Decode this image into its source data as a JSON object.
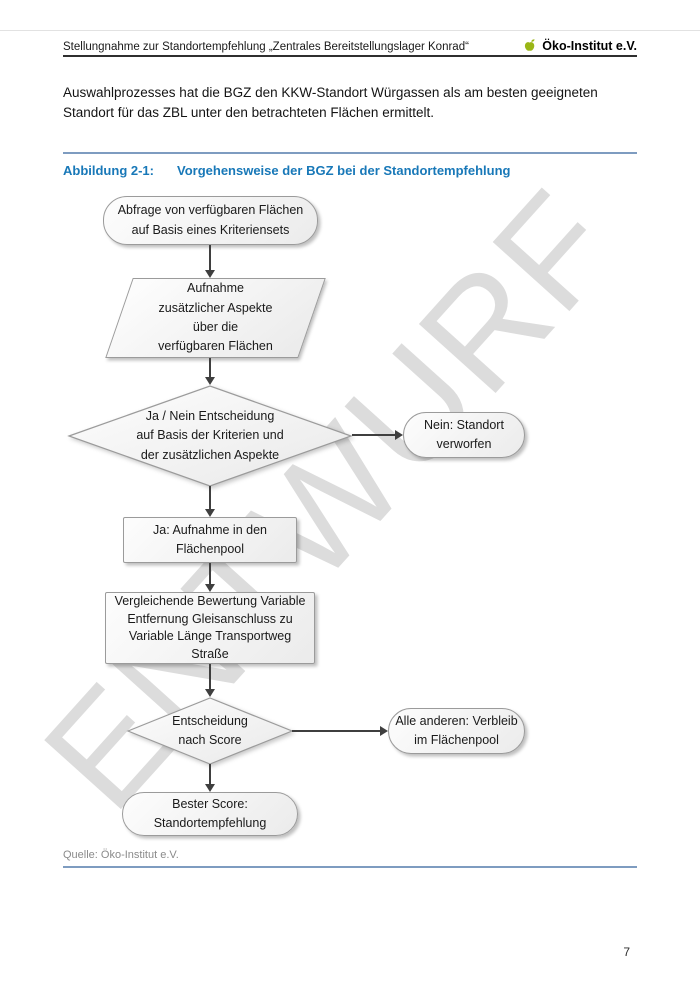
{
  "header": {
    "title": "Stellungnahme zur Standortempfehlung „Zentrales Bereitstellungslager Konrad“",
    "logo": {
      "org": "Öko-Institut e.V.",
      "icon": "apple-leaf-icon",
      "icon_color": "#9ab616"
    }
  },
  "body": {
    "paragraph": "Auswahlprozesses hat die BGZ den KKW-Standort Würgassen als am besten geeigneten Standort für das ZBL unter den betrachteten Flächen ermittelt."
  },
  "figure": {
    "label": "Abbildung 2-1:",
    "title": "Vorgehensweise der BGZ bei der Standortempfehlung",
    "title_color": "#1878b8",
    "rule_color": "#7e9cc0",
    "source": "Quelle: Öko-Institut e.V.",
    "watermark": {
      "text": "ENTWURF",
      "color": "#dcdcdc"
    }
  },
  "flowchart": {
    "node_border_color": "#9b9b9b",
    "arrow_color": "#3f3f3f",
    "nodes": [
      {
        "id": "start",
        "shape": "stadium",
        "label": "Abfrage von verfügbaren Flächen\nauf Basis eines Kriteriensets"
      },
      {
        "id": "aspects",
        "shape": "parallelogram",
        "label": "Aufnahme\nzusätzlicher Aspekte\nüber die\nverfügbaren Flächen"
      },
      {
        "id": "decision-criteria",
        "shape": "diamond",
        "label": "Ja / Nein Entscheidung\nauf Basis der Kriterien und\nder zusätzlichen Aspekte"
      },
      {
        "id": "rejected",
        "shape": "stadium",
        "label": "Nein: Standort\nverworfen"
      },
      {
        "id": "pool",
        "shape": "rect",
        "label": "Ja: Aufnahme in den\nFlächenpool"
      },
      {
        "id": "compare",
        "shape": "rect",
        "label": "Vergleichende Bewertung Variable\nEntfernung Gleisanschluss zu\nVariable Länge Transportweg\nStraße"
      },
      {
        "id": "decision-score",
        "shape": "diamond",
        "label": "Entscheidung\nnach Score"
      },
      {
        "id": "remain",
        "shape": "stadium",
        "label": "Alle anderen: Verbleib\nim Flächenpool"
      },
      {
        "id": "best",
        "shape": "stadium",
        "label": "Bester Score:\nStandortempfehlung"
      }
    ]
  },
  "footer": {
    "page_number": "7"
  }
}
